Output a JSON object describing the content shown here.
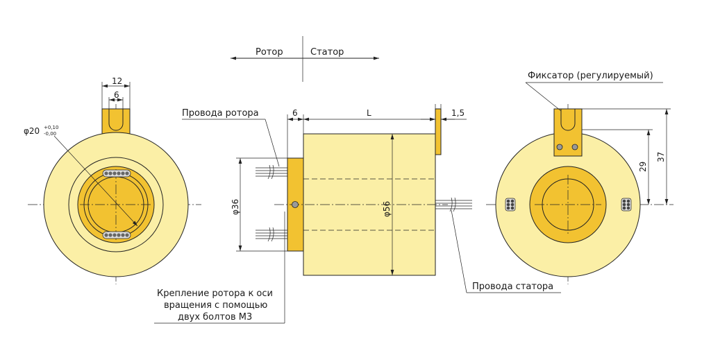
{
  "section": {
    "rotor": "Ротор",
    "stator": "Статор"
  },
  "left_view": {
    "dim_outer": "12",
    "dim_inner": "6",
    "dim_bore": "φ20",
    "tol_upper": "+0,10",
    "tol_lower": "-0,00"
  },
  "side_view": {
    "rotor_wires": "Провода ротора",
    "dim_flange": "6",
    "dim_length": "L",
    "dim_tab": "1,5",
    "dim_flange_dia": "φ36",
    "dim_body_dia": "φ56",
    "stator_wires": "Провода статора",
    "mount_note": [
      "Крепление ротора к оси",
      "вращения с помощью",
      "двух болтов М3"
    ]
  },
  "right_view": {
    "fixator": "Фиксатор (регулируемый)",
    "dim_29": "29",
    "dim_37": "37"
  },
  "colors": {
    "body": "#FBEFA6",
    "gold": "#F2C231",
    "line": "#222222"
  }
}
